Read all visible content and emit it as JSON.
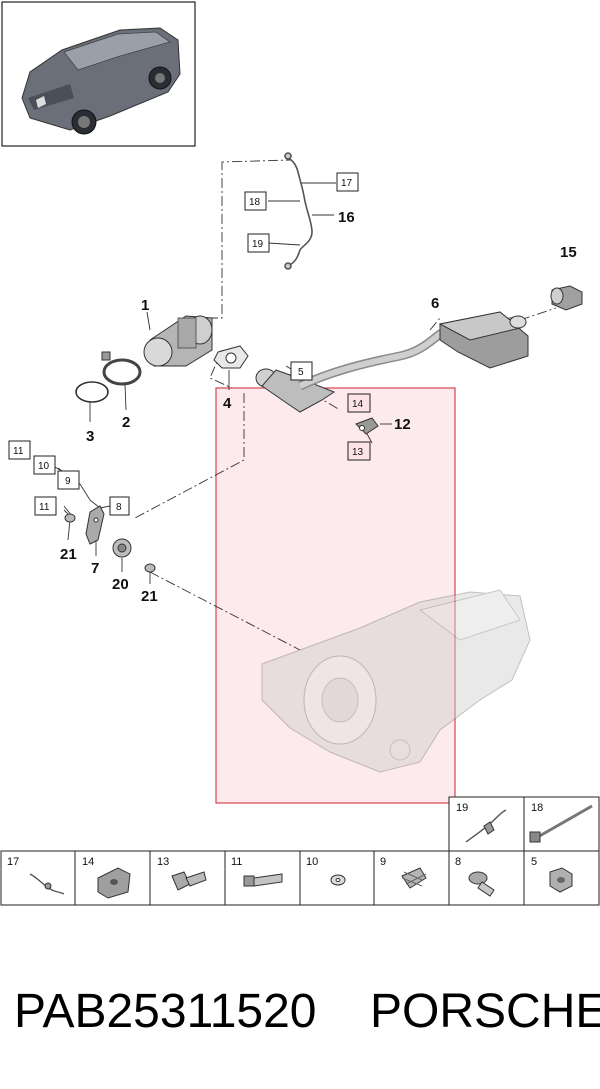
{
  "callouts": {
    "c1": "1",
    "c2": "2",
    "c3": "3",
    "c4": "4",
    "c5": "5",
    "c6": "6",
    "c7": "7",
    "c8": "8",
    "c9": "9",
    "c10": "10",
    "c11a": "11",
    "c11b": "11",
    "c12": "12",
    "c13": "13",
    "c14": "14",
    "c15": "15",
    "c16": "16",
    "c17": "17",
    "c18": "18",
    "c19": "19",
    "c20": "20",
    "c21a": "21",
    "c21b": "21"
  },
  "parts_table": {
    "top_row": [
      "19",
      "18"
    ],
    "bottom_row": [
      "17",
      "14",
      "13",
      "11",
      "10",
      "9",
      "8",
      "5"
    ]
  },
  "footer": {
    "part_number": "PAB25311520",
    "brand": "PORSCHE"
  },
  "colors": {
    "highlight_fill": "#fbe3e6",
    "highlight_stroke": "#d9434f",
    "line": "#333333",
    "part_gray": "#9a9a9a"
  }
}
